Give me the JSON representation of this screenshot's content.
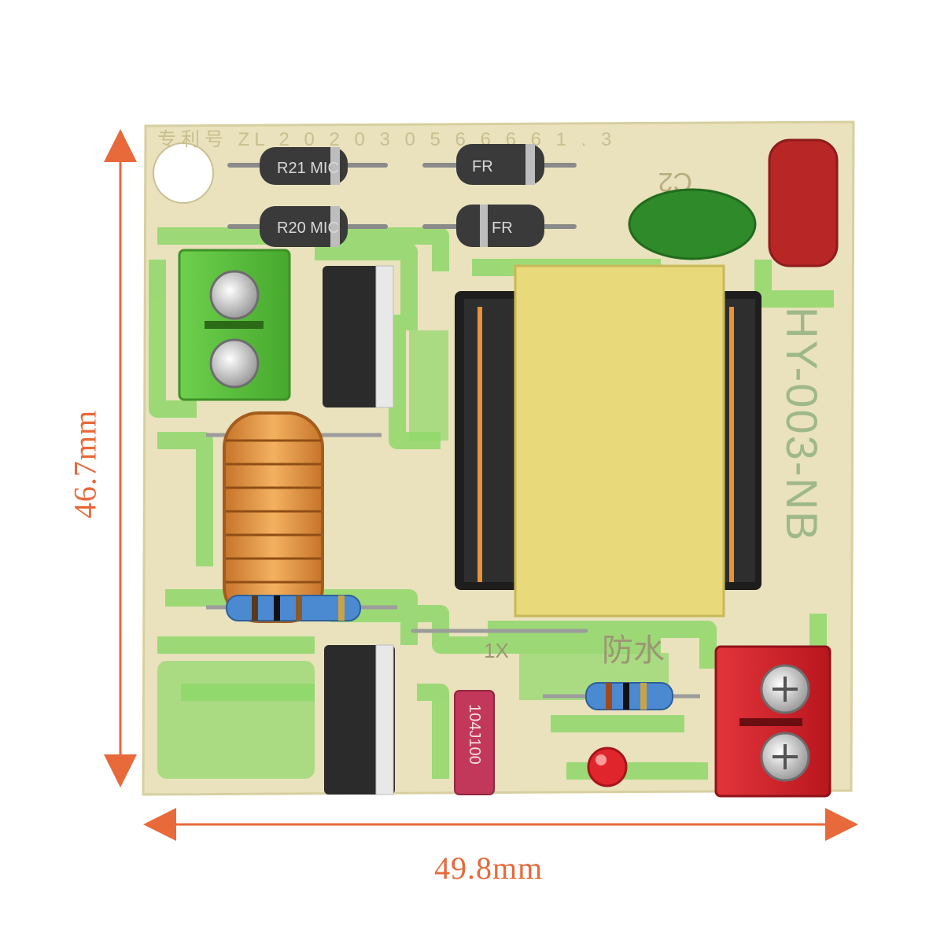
{
  "dimensions": {
    "width_label": "49.8mm",
    "height_label": "46.7mm"
  },
  "board": {
    "model_silkscreen": "HY-003-NB",
    "patent_silkscreen": "专利号 ZL 2 0 2 0 3 0 5 6 6 6 6 1 . 3",
    "cap_label": "C2",
    "markings": {
      "diode_1": "R21 MIC",
      "diode_2": "R20 MIC",
      "diode_3": "FR",
      "diode_4": "FR",
      "cap_film": "104J100",
      "wire_jumper": "1X",
      "waterproof": "防水"
    }
  },
  "colors": {
    "dimension_accent": "#e8693a",
    "pcb": "#e9e2bd",
    "pcb_trace": "#8fd86a",
    "terminal_green": "#5ec43f",
    "terminal_red": "#d8222c",
    "transformer_tape": "#e8d97a",
    "toroid_copper": "#e0913a"
  }
}
